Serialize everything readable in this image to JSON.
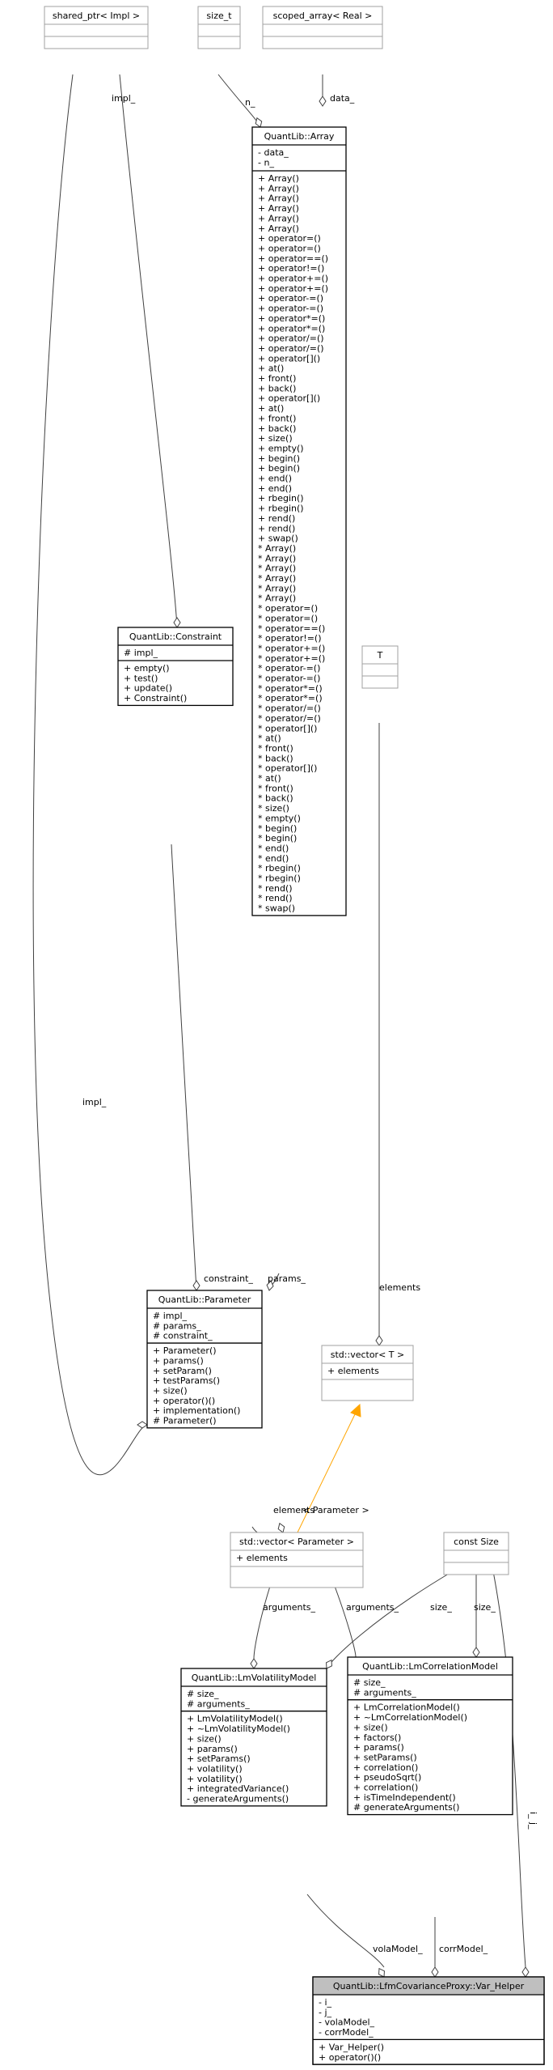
{
  "classes": {
    "shared_ptr_impl": {
      "title": "shared_ptr< Impl >",
      "attributes": [],
      "methods": []
    },
    "size_t": {
      "title": "size_t",
      "attributes": [],
      "methods": []
    },
    "scoped_array": {
      "title": "scoped_array< Real >",
      "attributes": [],
      "methods": []
    },
    "array": {
      "title": "QuantLib::Array",
      "attributes": [
        "- data_",
        "- n_"
      ],
      "methods": [
        "+ Array()",
        "+ Array()",
        "+ Array()",
        "+ Array()",
        "+ Array()",
        "+ Array()",
        "+ operator=()",
        "+ operator=()",
        "+ operator==()",
        "+ operator!=()",
        "+ operator+=()",
        "+ operator+=()",
        "+ operator-=()",
        "+ operator-=()",
        "+ operator*=()",
        "+ operator*=()",
        "+ operator/=()",
        "+ operator/=()",
        "+ operator[]()",
        "+ at()",
        "+ front()",
        "+ back()",
        "+ operator[]()",
        "+ at()",
        "+ front()",
        "+ back()",
        "+ size()",
        "+ empty()",
        "+ begin()",
        "+ begin()",
        "+ end()",
        "+ end()",
        "+ rbegin()",
        "+ rbegin()",
        "+ rend()",
        "+ rend()",
        "+ swap()",
        "* Array()",
        "* Array()",
        "* Array()",
        "* Array()",
        "* Array()",
        "* Array()",
        "* operator=()",
        "* operator=()",
        "* operator==()",
        "* operator!=()",
        "* operator+=()",
        "* operator+=()",
        "* operator-=()",
        "* operator-=()",
        "* operator*=()",
        "* operator*=()",
        "* operator/=()",
        "* operator/=()",
        "* operator[]()",
        "* at()",
        "* front()",
        "* back()",
        "* operator[]()",
        "* at()",
        "* front()",
        "* back()",
        "* size()",
        "* empty()",
        "* begin()",
        "* begin()",
        "* end()",
        "* end()",
        "* rbegin()",
        "* rbegin()",
        "* rend()",
        "* rend()",
        "* swap()"
      ]
    },
    "t_param": {
      "title": "T",
      "attributes": [],
      "methods": []
    },
    "constraint": {
      "title": "QuantLib::Constraint",
      "attributes": [
        "# impl_"
      ],
      "methods": [
        "+ empty()",
        "+ test()",
        "+ update()",
        "+ Constraint()"
      ]
    },
    "parameter": {
      "title": "QuantLib::Parameter",
      "attributes": [
        "# impl_",
        "# params_",
        "# constraint_"
      ],
      "methods": [
        "+ Parameter()",
        "+ params()",
        "+ setParam()",
        "+ testParams()",
        "+ size()",
        "+ operator()()",
        "+ implementation()",
        "# Parameter()"
      ]
    },
    "vector_t": {
      "title": "std::vector< T >",
      "attributes": [
        "+ elements"
      ],
      "methods": []
    },
    "vector_parameter": {
      "title": "std::vector< Parameter >",
      "attributes": [
        "+ elements"
      ],
      "methods": []
    },
    "const_size": {
      "title": "const Size",
      "attributes": [],
      "methods": []
    },
    "lm_volatility": {
      "title": "QuantLib::LmVolatilityModel",
      "attributes": [
        "# size_",
        "# arguments_"
      ],
      "methods": [
        "+ LmVolatilityModel()",
        "+ ~LmVolatilityModel()",
        "+ size()",
        "+ params()",
        "+ setParams()",
        "+ volatility()",
        "+ volatility()",
        "+ integratedVariance()",
        "- generateArguments()"
      ]
    },
    "lm_correlation": {
      "title": "QuantLib::LmCorrelationModel",
      "attributes": [
        "# size_",
        "# arguments_"
      ],
      "methods": [
        "+ LmCorrelationModel()",
        "+ ~LmCorrelationModel()",
        "+ size()",
        "+ factors()",
        "+ params()",
        "+ setParams()",
        "+ correlation()",
        "+ pseudoSqrt()",
        "+ correlation()",
        "+ isTimeIndependent()",
        "# generateArguments()"
      ]
    },
    "var_helper": {
      "title": "QuantLib::LfmCovarianceProxy::Var_Helper",
      "attributes": [
        "- i_",
        "- j_",
        "- volaModel_",
        "- corrModel_"
      ],
      "methods": [
        "+ Var_Helper()",
        "+ operator()()"
      ]
    }
  },
  "edge_labels": {
    "impl_top": "impl_",
    "impl_left": "impl_",
    "n_": "n_",
    "data_": "data_",
    "constraint_": "constraint_",
    "params_": "params_",
    "elements_t": "elements",
    "elements_param": "elements",
    "template_binding": "< Parameter >",
    "arguments_vol": "arguments_",
    "arguments_corr": "arguments_",
    "size_vol": "size_",
    "size_corr": "size_",
    "i_": "i_",
    "j_": "j_",
    "volaModel_": "volaModel_",
    "corrModel_": "corrModel_"
  },
  "colors": {
    "composition_edge": "#404040",
    "template_edge": "#ffa500",
    "solid_border": "#000000",
    "grey_border": "#a0a0a0",
    "highlight_fill": "#bfbfbf"
  }
}
